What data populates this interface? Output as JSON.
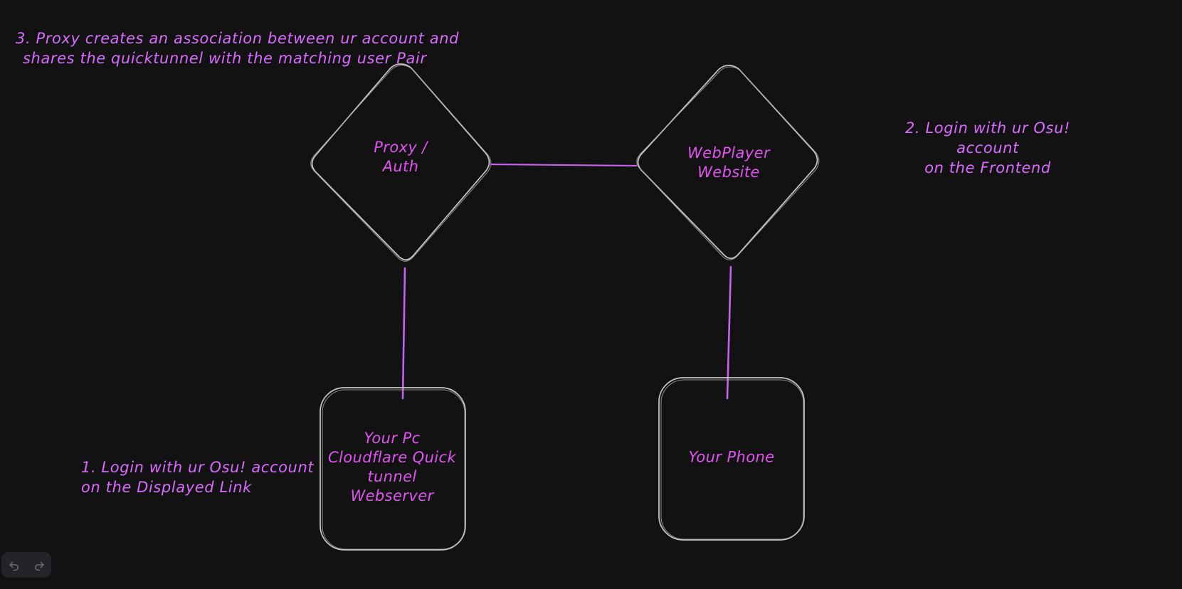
{
  "canvas": {
    "background_color": "#121212",
    "stroke_color": "#c9c9c9",
    "connector_color": "#c661f0",
    "text_color": "#e055f0"
  },
  "notes": [
    {
      "id": "note-3",
      "line1": "3. Proxy creates an association between ur account and",
      "line2": "shares the quicktunnel with the matching user Pair"
    },
    {
      "id": "note-2",
      "text": "2. Login with ur Osu! account\non the Frontend"
    },
    {
      "id": "note-1",
      "text": "1. Login with ur Osu! account\non the Displayed Link"
    }
  ],
  "nodes": {
    "proxy_auth": {
      "label": "Proxy /\nAuth",
      "shape": "diamond"
    },
    "webplayer": {
      "label": "WebPlayer\nWebsite",
      "shape": "diamond"
    },
    "your_pc": {
      "label": "Your Pc\nCloudflare Quick\ntunnel\nWebserver",
      "shape": "rounded-rectangle"
    },
    "your_phone": {
      "label": "Your Phone",
      "shape": "rounded-rectangle"
    }
  },
  "toolbar": {
    "undo_label": "Undo",
    "redo_label": "Redo",
    "undo_icon": "undo-arrow-icon",
    "redo_icon": "redo-arrow-icon"
  }
}
